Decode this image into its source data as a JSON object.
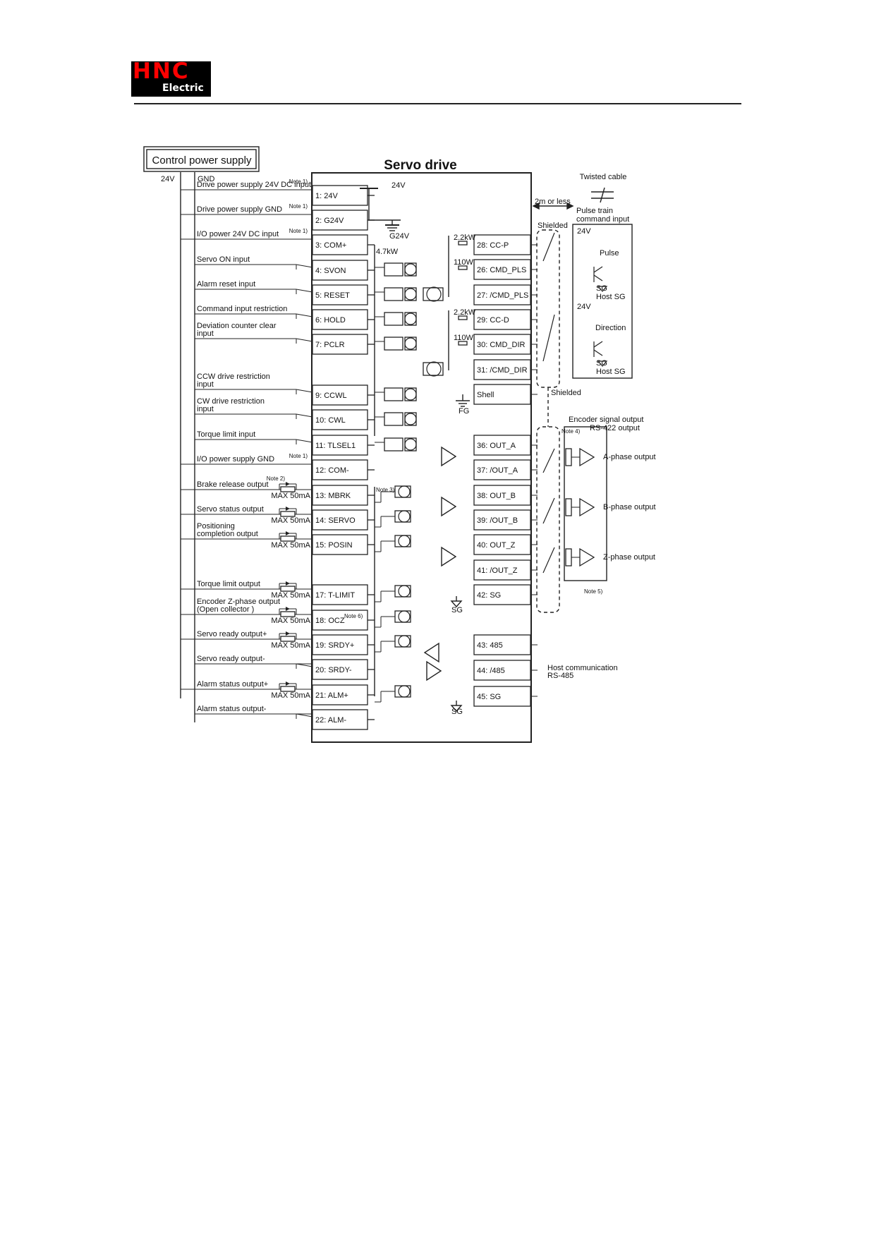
{
  "header": {
    "logo_text": "HNC",
    "logo_subtext": "Electric"
  },
  "diagram": {
    "title": "Servo drive",
    "control_power_label": "Control power supply",
    "rail_labels": [
      "24V",
      "GND"
    ],
    "left_signals": [
      {
        "label": "Drive power supply 24V DC input",
        "pin": "1: 24V",
        "note": "Note 1)"
      },
      {
        "label": "Drive power supply GND",
        "pin": "2: G24V",
        "note": "Note 1)"
      },
      {
        "label": "I/O power 24V DC input",
        "pin": "3: COM+",
        "note": "Note 1)"
      },
      {
        "label": "Servo ON input",
        "pin": "4: SVON"
      },
      {
        "label": "Alarm reset input",
        "pin": "5: RESET"
      },
      {
        "label": "Command input restriction",
        "pin": "6: HOLD"
      },
      {
        "label": "Deviation counter clear input",
        "pin": "7: PCLR"
      },
      {
        "label": "CCW drive restriction input",
        "pin": "9: CCWL"
      },
      {
        "label": "CW drive restriction input",
        "pin": "10: CWL"
      },
      {
        "label": "Torque limit input",
        "pin": "11: TLSEL1"
      },
      {
        "label": "I/O power supply GND",
        "pin": "12: COM-",
        "note": "Note 1)"
      },
      {
        "label": "Brake release output",
        "pin": "13: MBRK",
        "note": "Note 2)",
        "max": "MAX 50mA"
      },
      {
        "label": "Servo status output",
        "pin": "14: SERVO",
        "max": "MAX 50mA"
      },
      {
        "label": "Positioning completion output",
        "pin": "15: POSIN",
        "max": "MAX 50mA"
      },
      {
        "label": "Torque limit output",
        "pin": "17: T-LIMIT",
        "max": "MAX 50mA"
      },
      {
        "label": "Encoder Z-phase output (Open collector )",
        "pin": "18: OCZ",
        "max": "MAX 50mA"
      },
      {
        "label": "Servo ready output+",
        "pin": "19: SRDY+",
        "max": "MAX 50mA"
      },
      {
        "label": "Servo ready output-",
        "pin": "20: SRDY-"
      },
      {
        "label": "Alarm status output+",
        "pin": "21: ALM+",
        "max": "MAX 50mA"
      },
      {
        "label": "Alarm status output-",
        "pin": "22: ALM-"
      }
    ],
    "right_pins": [
      "28: CC-P",
      "26: CMD_PLS",
      "27: /CMD_PLS",
      "29: CC-D",
      "30: CMD_DIR",
      "31: /CMD_DIR",
      "Shell",
      "36: OUT_A",
      "37: /OUT_A",
      "38: OUT_B",
      "39: /OUT_B",
      "40: OUT_Z",
      "41: /OUT_Z",
      "42: SG",
      "43: 485",
      "44: /485",
      "45: SG"
    ],
    "resistors": {
      "r_2k2_p": "2.2kW",
      "r_110_p": "110W",
      "r_2k2_d": "2.2kW",
      "r_110_d": "110W",
      "r_4k7": "4.7kW"
    },
    "internal_labels": {
      "v24_top": "24V",
      "g24v": "G24V",
      "fg": "FG",
      "sg_42": "SG",
      "sg_45": "SG",
      "note3": "Note 3)",
      "note6": "Note 6)"
    },
    "right_side": {
      "twisted_cable": "Twisted cable",
      "distance": "2m or less",
      "pulse_train_line1": "Pulse train",
      "pulse_train_line2": "command input",
      "shielded_top": "Shielded",
      "shielded_shell": "Shielded",
      "v24_pulse": "24V",
      "pulse": "Pulse",
      "sg_pulse": "SG",
      "host_sg_pulse": "Host SG",
      "v24_dir": "24V",
      "direction": "Direction",
      "sg_dir": "SG",
      "host_sg_dir": "Host SG",
      "encoder_line1": "Encoder signal output",
      "encoder_line2": "RS-422 output",
      "note4": "Note 4)",
      "note5": "Note 5)",
      "a_phase": "A-phase output",
      "b_phase": "B-phase output",
      "z_phase": "Z-phase output",
      "host_comm_line1": "Host communication",
      "host_comm_line2": "RS-485"
    }
  }
}
